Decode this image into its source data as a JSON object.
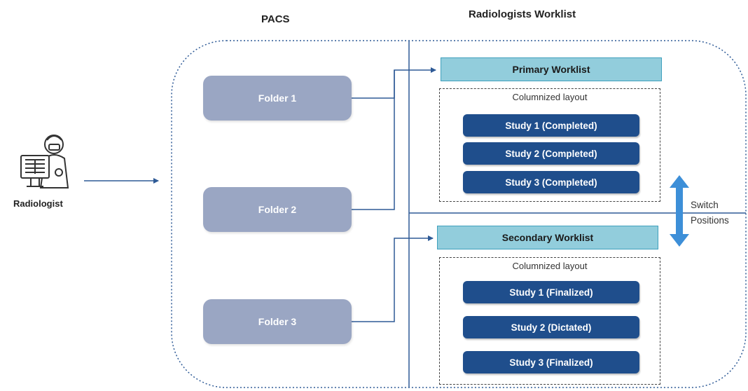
{
  "headers": {
    "pacs": "PACS",
    "worklist": "Radiologists Worklist"
  },
  "radiologist": {
    "label": "Radiologist",
    "icon": "radiologist-icon"
  },
  "folders": [
    "Folder 1",
    "Folder 2",
    "Folder 3"
  ],
  "primary": {
    "title": "Primary Worklist",
    "layout_label": "Columnized layout",
    "studies": [
      "Study 1 (Completed)",
      "Study 2 (Completed)",
      "Study 3 (Completed)"
    ]
  },
  "secondary": {
    "title": "Secondary Worklist",
    "layout_label": "Columnized layout",
    "studies": [
      "Study 1 (Finalized)",
      "Study 2 (Dictated)",
      "Study 3 (Finalized)"
    ]
  },
  "switch": {
    "line1": "Switch",
    "line2": "Positions",
    "icon": "double-arrow-icon"
  },
  "colors": {
    "folder": "#9aa6c3",
    "study": "#1f4e8c",
    "worklist_title": "#92cddc",
    "connector": "#2e5a96",
    "switch_arrow": "#3d8fd8"
  }
}
